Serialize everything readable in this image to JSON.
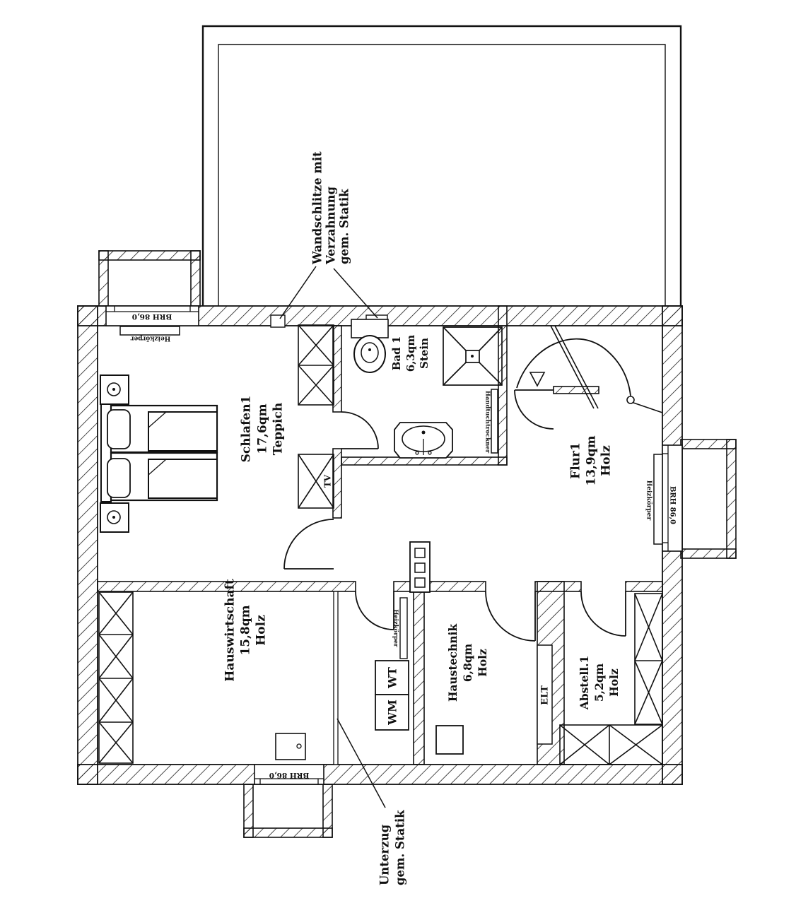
{
  "drawing_type": "floor-plan",
  "rooms": [
    {
      "name": "Schlafen1",
      "area": "17,6qm",
      "floor": "Teppich"
    },
    {
      "name": "Bad 1",
      "area": "6,3qm",
      "floor": "Stein"
    },
    {
      "name": "Flur1",
      "area": "13,9qm",
      "floor": "Holz"
    },
    {
      "name": "Hauswirtschaft",
      "area": "15,8qm",
      "floor": "Holz"
    },
    {
      "name": "Haustechnik",
      "area": "6,8qm",
      "floor": "Holz"
    },
    {
      "name": "Abstell.1",
      "area": "5,2qm",
      "floor": "Holz"
    }
  ],
  "annotations": {
    "wandschlitze": {
      "line1": "Wandschlitze mit",
      "line2": "Verzahnung",
      "line3": "gem. Statik"
    },
    "unterzug": {
      "line1": "Unterzug",
      "line2": "gem. Statik"
    }
  },
  "labels": {
    "tv": "TV",
    "wm": "WM",
    "wt": "WT",
    "elt": "ELT",
    "heizkoerper": "Heizkörper",
    "handtuchtrockner": "Handtuchtrockner",
    "window_sill": "BRH 86,0"
  },
  "colors": {
    "ink": "#111111",
    "paper": "#ffffff"
  }
}
